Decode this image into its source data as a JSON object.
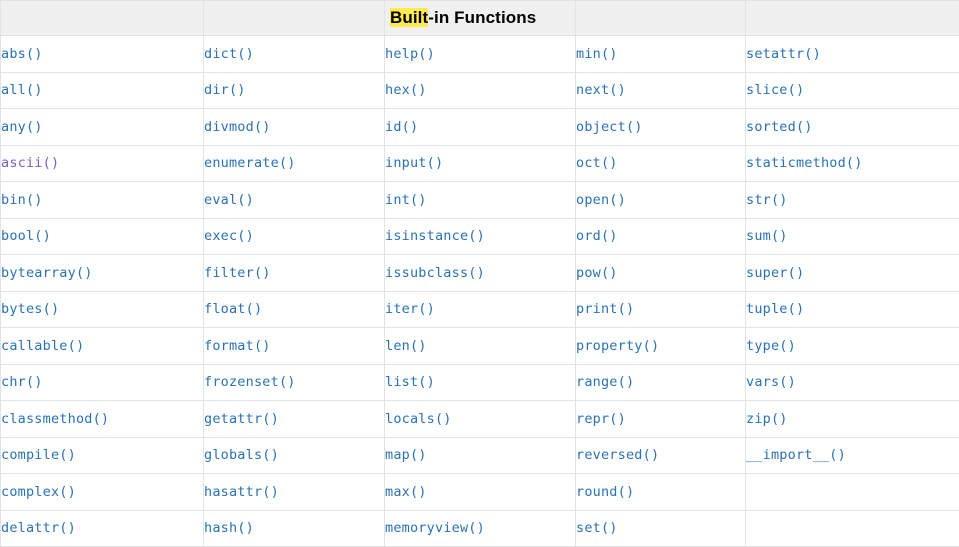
{
  "header": {
    "title_highlight": "Built",
    "title_rest": "-in Functions",
    "highlight_color": "#ffeb4d",
    "background_color": "#f0f0f0",
    "cells": [
      "",
      "",
      "Built-in Functions",
      "",
      ""
    ]
  },
  "style": {
    "link_color": "#2a72b5",
    "visited_link_color": "#7a61b8",
    "border_color": "#e3e3e3"
  },
  "table": {
    "column_count": 5,
    "row_count": 14,
    "rows": [
      [
        {
          "label": "abs()",
          "visited": false
        },
        {
          "label": "dict()",
          "visited": false
        },
        {
          "label": "help()",
          "visited": false
        },
        {
          "label": "min()",
          "visited": false
        },
        {
          "label": "setattr()",
          "visited": false
        }
      ],
      [
        {
          "label": "all()",
          "visited": false
        },
        {
          "label": "dir()",
          "visited": false
        },
        {
          "label": "hex()",
          "visited": false
        },
        {
          "label": "next()",
          "visited": false
        },
        {
          "label": "slice()",
          "visited": false
        }
      ],
      [
        {
          "label": "any()",
          "visited": false
        },
        {
          "label": "divmod()",
          "visited": false
        },
        {
          "label": "id()",
          "visited": false
        },
        {
          "label": "object()",
          "visited": false
        },
        {
          "label": "sorted()",
          "visited": false
        }
      ],
      [
        {
          "label": "ascii()",
          "visited": true
        },
        {
          "label": "enumerate()",
          "visited": false
        },
        {
          "label": "input()",
          "visited": false
        },
        {
          "label": "oct()",
          "visited": false
        },
        {
          "label": "staticmethod()",
          "visited": false
        }
      ],
      [
        {
          "label": "bin()",
          "visited": false
        },
        {
          "label": "eval()",
          "visited": false
        },
        {
          "label": "int()",
          "visited": false
        },
        {
          "label": "open()",
          "visited": false
        },
        {
          "label": "str()",
          "visited": false
        }
      ],
      [
        {
          "label": "bool()",
          "visited": false
        },
        {
          "label": "exec()",
          "visited": false
        },
        {
          "label": "isinstance()",
          "visited": false
        },
        {
          "label": "ord()",
          "visited": false
        },
        {
          "label": "sum()",
          "visited": false
        }
      ],
      [
        {
          "label": "bytearray()",
          "visited": false
        },
        {
          "label": "filter()",
          "visited": false
        },
        {
          "label": "issubclass()",
          "visited": false
        },
        {
          "label": "pow()",
          "visited": false
        },
        {
          "label": "super()",
          "visited": false
        }
      ],
      [
        {
          "label": "bytes()",
          "visited": false
        },
        {
          "label": "float()",
          "visited": false
        },
        {
          "label": "iter()",
          "visited": false
        },
        {
          "label": "print()",
          "visited": false
        },
        {
          "label": "tuple()",
          "visited": false
        }
      ],
      [
        {
          "label": "callable()",
          "visited": false
        },
        {
          "label": "format()",
          "visited": false
        },
        {
          "label": "len()",
          "visited": false
        },
        {
          "label": "property()",
          "visited": false
        },
        {
          "label": "type()",
          "visited": false
        }
      ],
      [
        {
          "label": "chr()",
          "visited": false
        },
        {
          "label": "frozenset()",
          "visited": false
        },
        {
          "label": "list()",
          "visited": false
        },
        {
          "label": "range()",
          "visited": false
        },
        {
          "label": "vars()",
          "visited": false
        }
      ],
      [
        {
          "label": "classmethod()",
          "visited": false
        },
        {
          "label": "getattr()",
          "visited": false
        },
        {
          "label": "locals()",
          "visited": false
        },
        {
          "label": "repr()",
          "visited": false
        },
        {
          "label": "zip()",
          "visited": false
        }
      ],
      [
        {
          "label": "compile()",
          "visited": false
        },
        {
          "label": "globals()",
          "visited": false
        },
        {
          "label": "map()",
          "visited": false
        },
        {
          "label": "reversed()",
          "visited": false
        },
        {
          "label": "__import__()",
          "visited": false
        }
      ],
      [
        {
          "label": "complex()",
          "visited": false
        },
        {
          "label": "hasattr()",
          "visited": false
        },
        {
          "label": "max()",
          "visited": false
        },
        {
          "label": "round()",
          "visited": false
        },
        {
          "label": "",
          "visited": false
        }
      ],
      [
        {
          "label": "delattr()",
          "visited": false
        },
        {
          "label": "hash()",
          "visited": false
        },
        {
          "label": "memoryview()",
          "visited": false
        },
        {
          "label": "set()",
          "visited": false
        },
        {
          "label": "",
          "visited": false
        }
      ]
    ]
  }
}
